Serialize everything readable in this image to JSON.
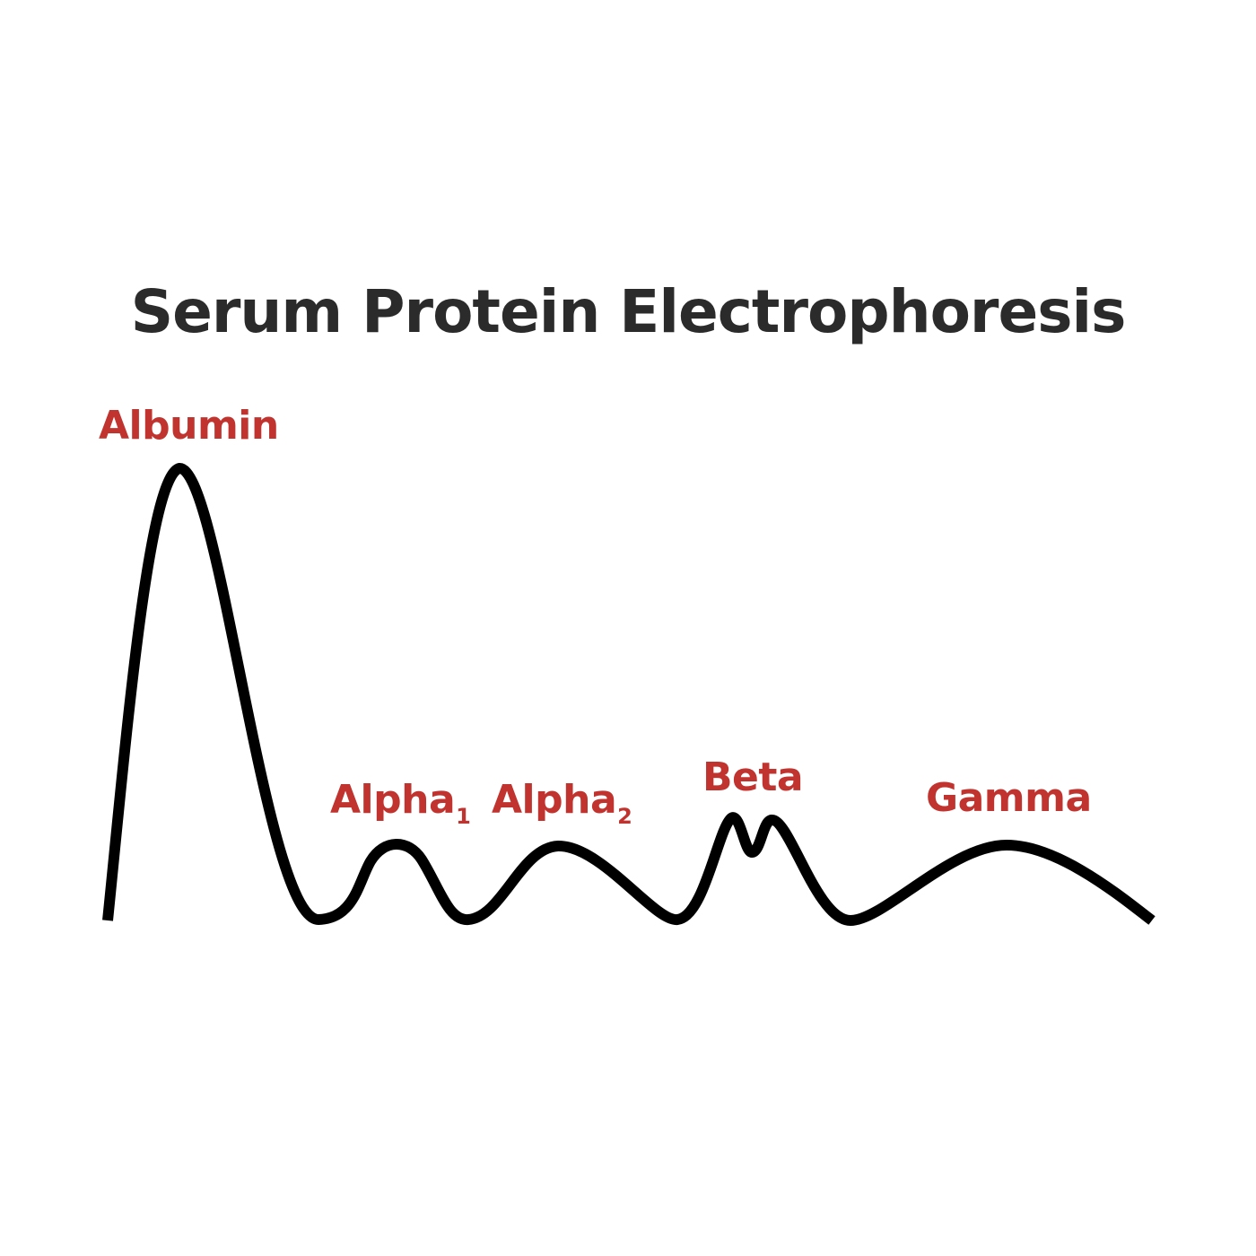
{
  "diagram": {
    "title": "Serum Protein Electrophoresis",
    "line_color": "#000000",
    "label_color": "#c0332e",
    "title_color": "#2b2b2b",
    "peaks": {
      "albumin": {
        "label": "Albumin",
        "subscript": ""
      },
      "alpha1": {
        "label": "Alpha",
        "subscript": "1"
      },
      "alpha2": {
        "label": "Alpha",
        "subscript": "2"
      },
      "beta": {
        "label": "Beta",
        "subscript": ""
      },
      "gamma": {
        "label": "Gamma",
        "subscript": ""
      }
    }
  }
}
